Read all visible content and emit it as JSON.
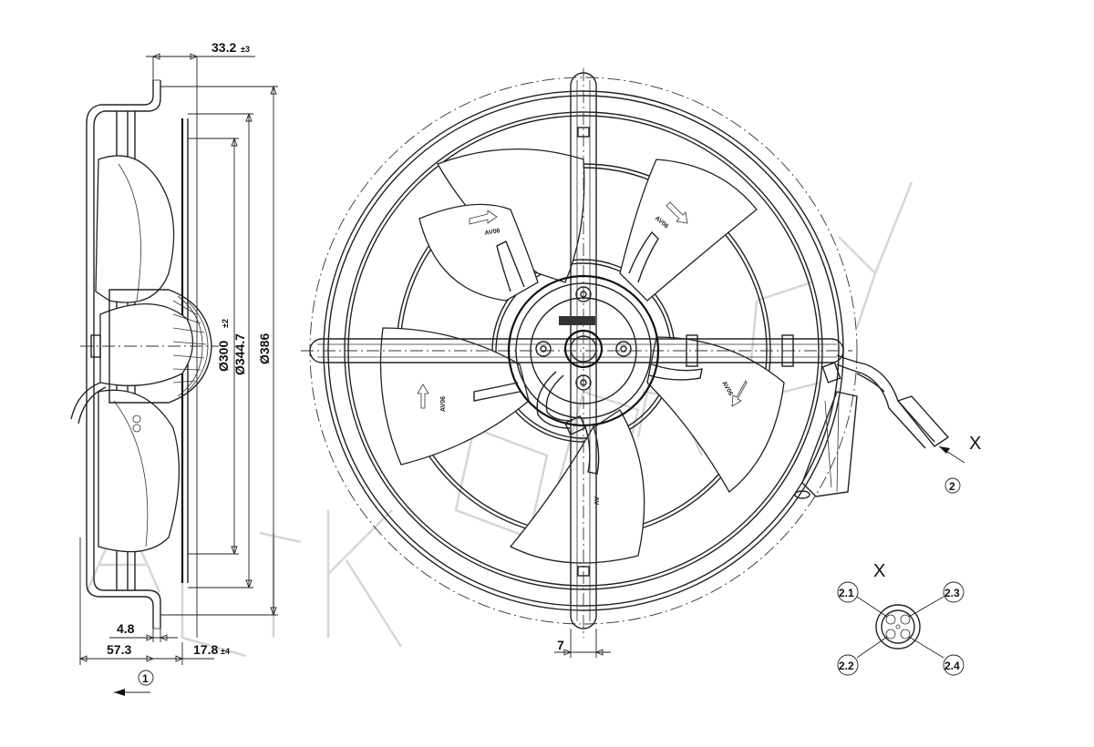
{
  "dimensions": {
    "d_33_2": "33.2",
    "d_33_2_tol": "±3",
    "d_300": "Ø300",
    "d_300_tol": "±2",
    "d_344_7": "Ø344.7",
    "d_386": "Ø386",
    "d_4_8": "4.8",
    "d_57_3": "57.3",
    "d_17_8": "17.8",
    "d_17_8_tol": "±4",
    "d_7": "7"
  },
  "callouts": {
    "c1": "1",
    "c2": "2",
    "x_arrow": "X",
    "x_title": "X"
  },
  "connector": {
    "pin_2_1": "2.1",
    "pin_2_2": "2.2",
    "pin_2_3": "2.3",
    "pin_2_4": "2.4"
  },
  "blade_marks": {
    "m1": "AV06",
    "m2": "AV06",
    "m3": "AV06",
    "m4": "AV06",
    "m5": "AV"
  },
  "watermark": {
    "icon": "brand-watermark-icon"
  },
  "colors": {
    "line": "#222222",
    "watermark": "#d6d6d6",
    "background": "#ffffff"
  }
}
